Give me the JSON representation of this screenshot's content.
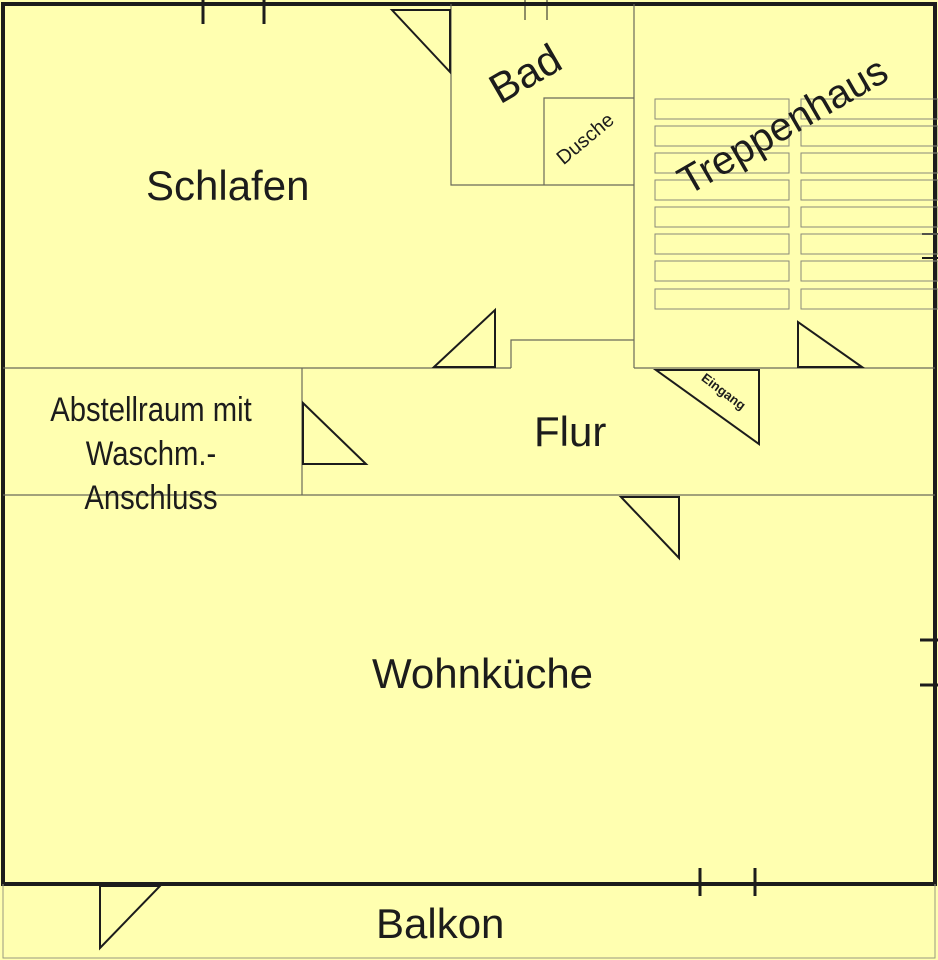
{
  "colors": {
    "background": "#ffffb0",
    "wall": "#1c1c1c",
    "thin_line": "#7a7a6a"
  },
  "rooms": {
    "schlafen": "Schlafen",
    "bad": "Bad",
    "dusche": "Dusche",
    "treppenhaus": "Treppenhaus",
    "abstellraum_line1": "Abstellraum mit",
    "abstellraum_line2": "Waschm.-Anschluss",
    "flur": "Flur",
    "eingang": "Eingang",
    "wohnkueche": "Wohnküche",
    "balkon": "Balkon"
  }
}
